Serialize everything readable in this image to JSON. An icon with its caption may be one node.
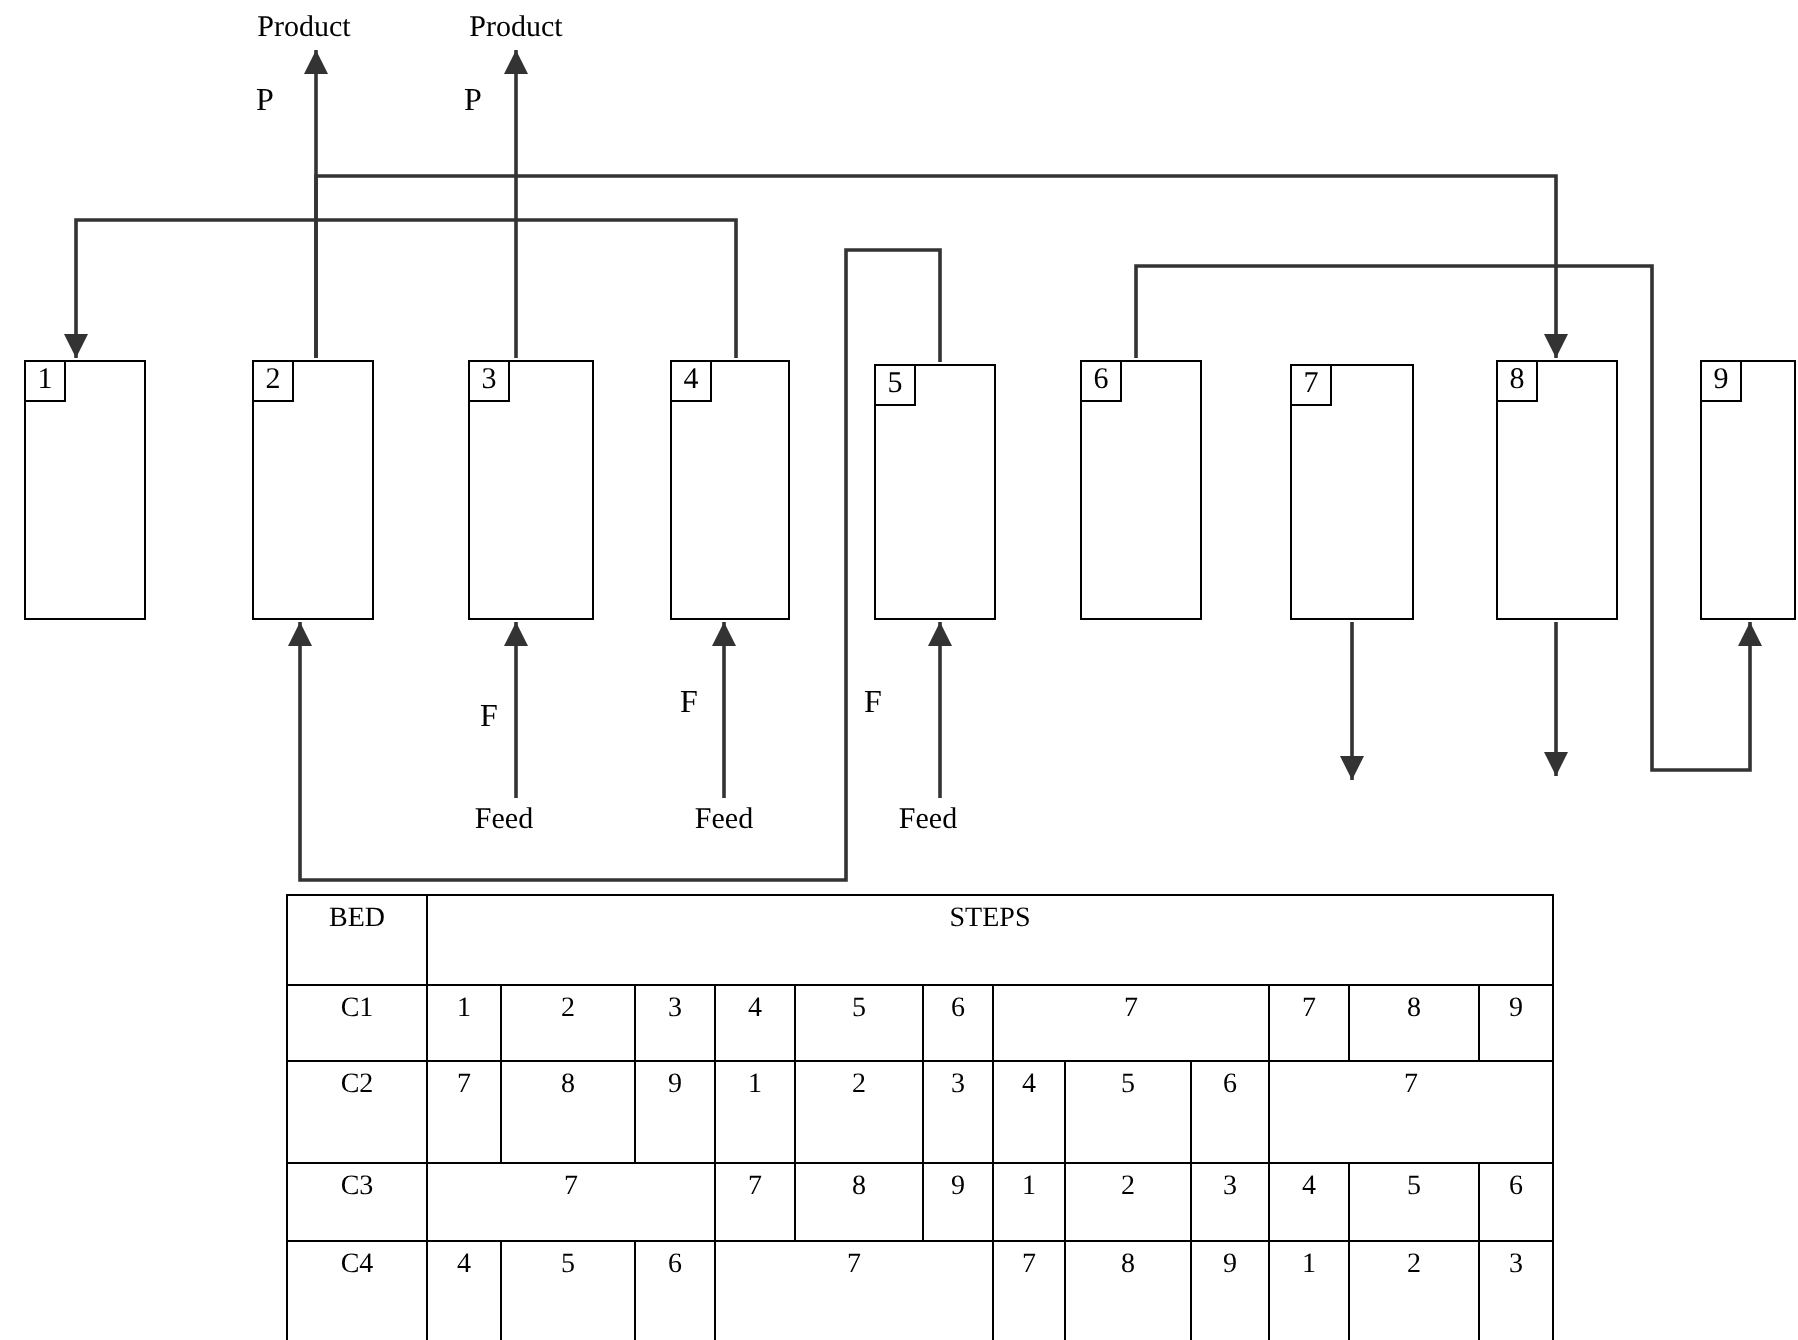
{
  "diagram": {
    "nodes": [
      {
        "text": [
          "Product"
        ],
        "beside": [
          "P"
        ]
      },
      {
        "text": [
          "Product"
        ],
        "beside": [
          "P"
        ]
      },
      {
        "text": [
          "1"
        ]
      },
      {
        "text": [
          "2"
        ]
      },
      {
        "text": [
          "3"
        ]
      },
      {
        "text": [
          "4"
        ]
      },
      {
        "text": [
          "5"
        ]
      },
      {
        "text": [
          "6"
        ]
      },
      {
        "text": [
          "7"
        ]
      },
      {
        "text": [
          "8"
        ]
      },
      {
        "text": [
          "9"
        ]
      },
      {
        "text": [
          "Feed"
        ],
        "beside": [
          "F"
        ]
      },
      {
        "text": [
          "Feed"
        ],
        "beside": [
          "F"
        ]
      },
      {
        "text": [
          "Feed"
        ],
        "beside": [
          "F"
        ]
      }
    ],
    "edges": [
      {
        "from": 3,
        "to": 0,
        "arrow": "to"
      },
      {
        "from": 4,
        "to": 1,
        "arrow": "to"
      },
      {
        "from": 3,
        "to": 9,
        "arrow": "to"
      },
      {
        "from": 5,
        "to": 2,
        "arrow": "to"
      },
      {
        "from": 6,
        "to": 3,
        "arrow": "to"
      },
      {
        "from": 7,
        "to": 10,
        "arrow": "to"
      },
      {
        "from": 11,
        "to": 4,
        "arrow": "to"
      },
      {
        "from": 12,
        "to": 5,
        "arrow": "to"
      },
      {
        "from": 13,
        "to": 6,
        "arrow": "to"
      },
      {
        "from": 8,
        "to": null,
        "arrow": "to"
      },
      {
        "from": 9,
        "to": null,
        "arrow": "to"
      }
    ],
    "labels": [
      "BED",
      "STEPS",
      "C1",
      "1",
      "2",
      "3",
      "4",
      "5",
      "6",
      "7",
      "7",
      "8",
      "9",
      "C2",
      "7",
      "8",
      "9",
      "1",
      "2",
      "3",
      "4",
      "5",
      "6",
      "7",
      "C3",
      "7",
      "7",
      "8",
      "9",
      "1",
      "2",
      "3",
      "4",
      "5",
      "6",
      "C4",
      "4",
      "5",
      "6",
      "7",
      "7",
      "8",
      "9",
      "1",
      "2",
      "3"
    ]
  }
}
